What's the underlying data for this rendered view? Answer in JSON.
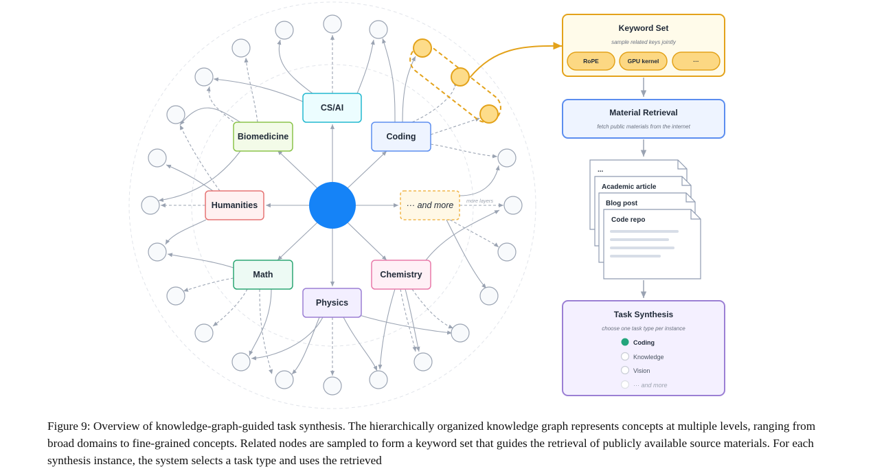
{
  "graph": {
    "domains": [
      {
        "id": "csai",
        "label": "CS/AI",
        "fill": "#ecfdff",
        "stroke": "#22b8cf"
      },
      {
        "id": "biomedicine",
        "label": "Biomedicine",
        "fill": "#f3fbe8",
        "stroke": "#8bc34a"
      },
      {
        "id": "coding",
        "label": "Coding",
        "fill": "#eef4ff",
        "stroke": "#5b8def"
      },
      {
        "id": "humanities",
        "label": "Humanities",
        "fill": "#fff1f1",
        "stroke": "#e57373"
      },
      {
        "id": "more",
        "label": "··· and more",
        "fill": "#fff8e6",
        "stroke": "#f0b54a"
      },
      {
        "id": "math",
        "label": "Math",
        "fill": "#edfaf4",
        "stroke": "#2ca673"
      },
      {
        "id": "chemistry",
        "label": "Chemistry",
        "fill": "#fff0f6",
        "stroke": "#e879a9"
      },
      {
        "id": "physics",
        "label": "Physics",
        "fill": "#f3efff",
        "stroke": "#9b7fd4"
      }
    ],
    "more_layers_label": "more layers",
    "colors": {
      "center": "#1583f7",
      "edge": "#9aa3b2",
      "leaf_fill": "#f8fafc",
      "leaf_stroke": "#9aa3b2",
      "highlight_fill": "#fddc8a",
      "highlight_stroke": "#e3a21a",
      "orbit": "#d5d8de"
    }
  },
  "keyword_set": {
    "title": "Keyword Set",
    "subtitle": "sample related keys jointly",
    "chips": [
      "RoPE",
      "GPU kernel",
      "···"
    ]
  },
  "material_retrieval": {
    "title": "Material Retrieval",
    "subtitle": "fetch public materials from the internet"
  },
  "documents": [
    "...",
    "Academic article",
    "Blog post",
    "Code repo"
  ],
  "task_synthesis": {
    "title": "Task Synthesis",
    "subtitle": "choose one task type per instance",
    "options": [
      {
        "label": "Coding",
        "selected": true
      },
      {
        "label": "Knowledge",
        "selected": false
      },
      {
        "label": "Vision",
        "selected": false
      },
      {
        "label": "··· and more",
        "selected": false
      }
    ]
  },
  "caption": "Figure 9: Overview of knowledge-graph-guided task synthesis. The hierarchically organized knowledge graph represents concepts at multiple levels, ranging from broad domains to fine-grained concepts. Related nodes are sampled to form a keyword set that guides the retrieval of publicly available source materials. For each synthesis instance, the system selects a task type and uses the retrieved"
}
